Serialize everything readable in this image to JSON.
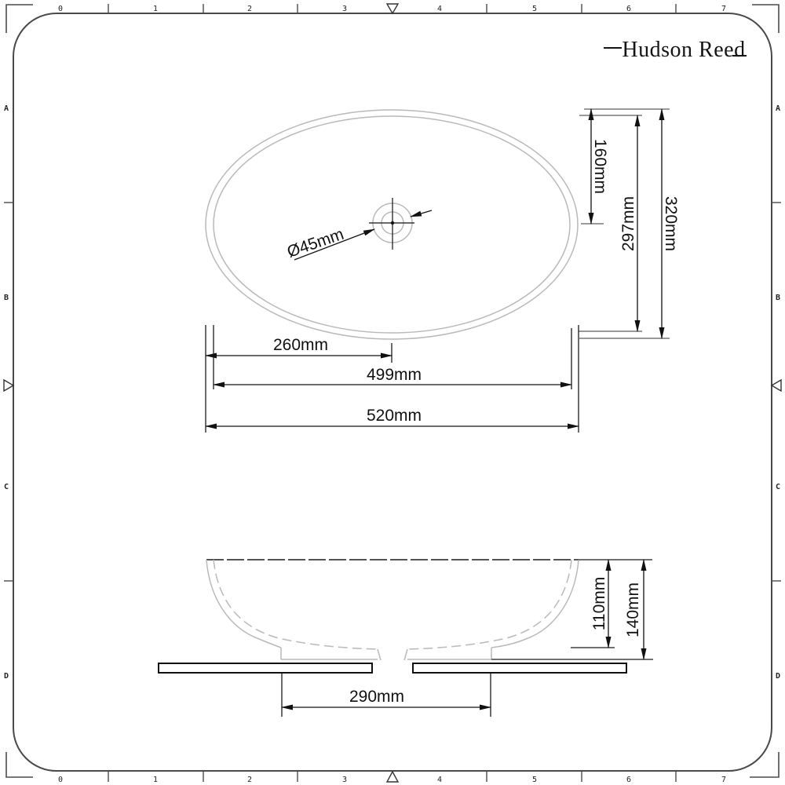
{
  "logo": {
    "text": "Hudson Reed"
  },
  "sheet": {
    "cols": [
      "0",
      "1",
      "2",
      "3",
      "4",
      "5",
      "6",
      "7"
    ],
    "rows": [
      "A",
      "B",
      "C",
      "D"
    ]
  },
  "top_view": {
    "hole_diameter": "Ø45mm",
    "center_offset": "260mm",
    "inner_width": "499mm",
    "overall_width": "520mm",
    "edge_to_center": "160mm",
    "inner_depth": "297mm",
    "overall_depth": "320mm"
  },
  "side_view": {
    "bowl_depth": "110mm",
    "overall_height": "140mm",
    "base_width": "290mm"
  },
  "colors": {
    "drawing_line": "#1a1a1a",
    "profile_gray": "#b9b9b9",
    "extension_gray": "#999999",
    "frame_gray": "#4a4a4a"
  }
}
